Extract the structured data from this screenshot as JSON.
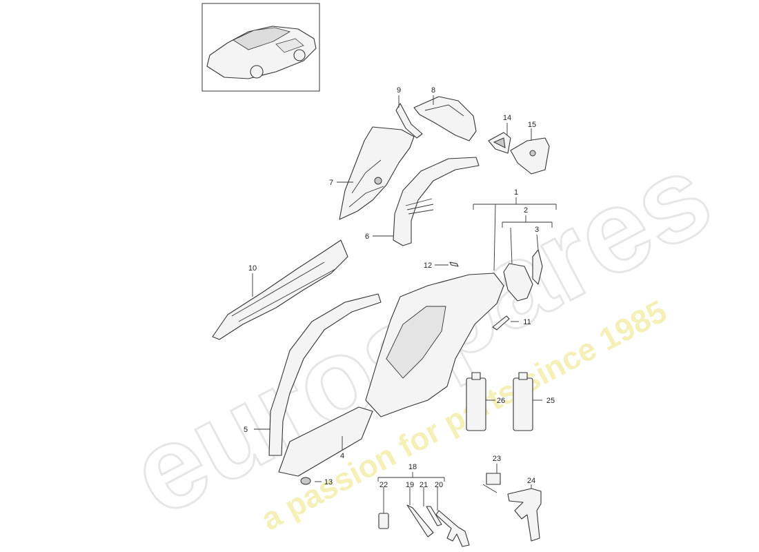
{
  "watermark": {
    "brand": "eurospares",
    "tagline": "a passion for parts since 1985",
    "brand_color": "#e4e4e4",
    "tagline_color": "#f3efb4"
  },
  "callouts": {
    "c1": "1",
    "c2": "2",
    "c3": "3",
    "c4": "4",
    "c5": "5",
    "c6": "6",
    "c7": "7",
    "c8": "8",
    "c9": "9",
    "c10": "10",
    "c11": "11",
    "c12": "12",
    "c13": "13",
    "c14": "14",
    "c15": "15",
    "c18": "18",
    "c19": "19",
    "c20": "20",
    "c21": "21",
    "c22": "22",
    "c23": "23",
    "c24": "24",
    "c25": "25",
    "c26": "26"
  }
}
